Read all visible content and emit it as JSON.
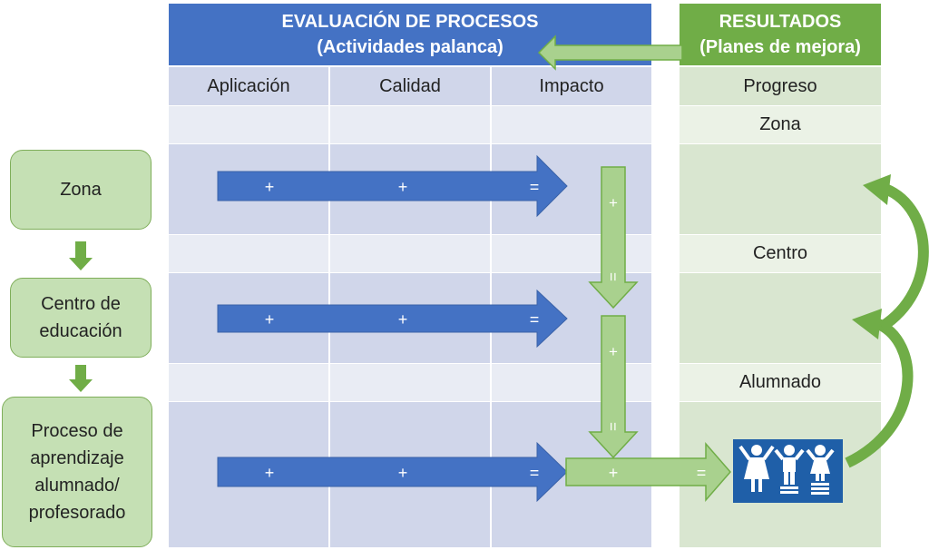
{
  "header": {
    "evaluation_title": "EVALUACIÓN  DE PROCESOS",
    "evaluation_subtitle": "(Actividades palanca)",
    "results_title": "RESULTADOS",
    "results_subtitle": "(Planes de mejora)"
  },
  "columns": {
    "application": "Aplicación",
    "quality": "Calidad",
    "impact": "Impacto",
    "progress": "Progreso"
  },
  "results_levels": {
    "zone": "Zona",
    "center": "Centro",
    "students": "Alumnado"
  },
  "left_levels": {
    "zone": "Zona",
    "center_line1": "Centro de",
    "center_line2": "educación",
    "process_line1": "Proceso de",
    "process_line2": "aprendizaje",
    "process_line3": "alumnado/",
    "process_line4": "profesorado"
  },
  "operators": {
    "plus": "+",
    "equals": "="
  },
  "colors": {
    "blue_header": "#4472c4",
    "green_header": "#70ad47",
    "blue_arrow": "#4472c4",
    "green_arrow": "#a9d18e",
    "grid_dark": "#d0d6ea",
    "grid_light": "#e9ecf4",
    "results_dark": "#d9e6d0",
    "results_light": "#ebf2e6"
  },
  "icons": [
    "students-podium-icon"
  ]
}
